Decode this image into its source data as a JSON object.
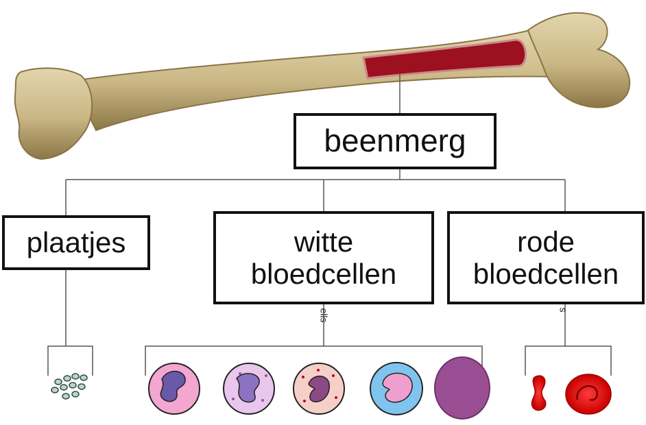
{
  "diagram": {
    "root": {
      "label": "beenmerg"
    },
    "branches": [
      {
        "id": "plaatjes",
        "lines": [
          "plaatjes"
        ]
      },
      {
        "id": "witte",
        "lines": [
          "witte",
          "bloedcellen"
        ]
      },
      {
        "id": "rode",
        "lines": [
          "rode",
          "bloedcellen"
        ]
      }
    ],
    "stray_text": {
      "witte": "ells",
      "rode": "s"
    }
  },
  "colors": {
    "bone": "#cbb98c",
    "bone_shadow": "#8f7a4c",
    "marrow": "#9c1020",
    "line": "#555555",
    "box_border": "#111111"
  }
}
